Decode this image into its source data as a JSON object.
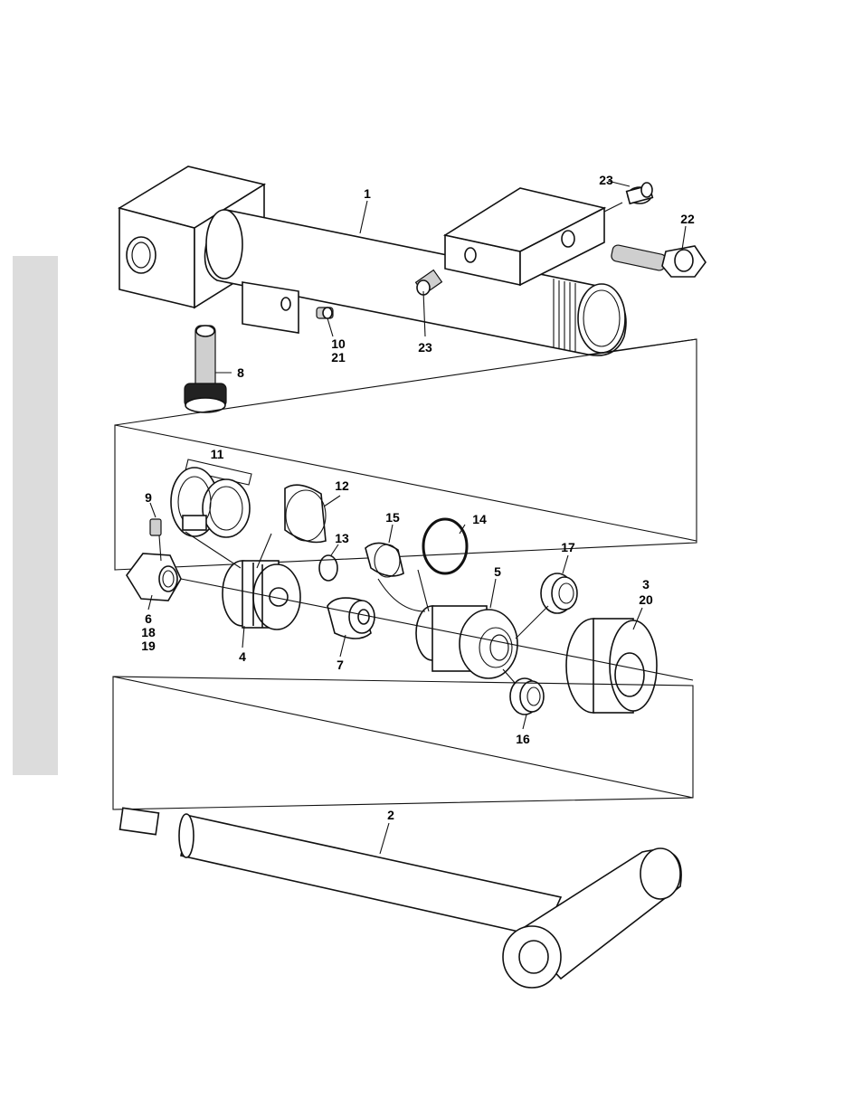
{
  "callouts": {
    "c1": "1",
    "c2": "2",
    "c3": "3",
    "c20": "20",
    "c4": "4",
    "c5": "5",
    "c6": "6",
    "c18": "18",
    "c19": "19",
    "c7": "7",
    "c8": "8",
    "c9": "9",
    "c10": "10",
    "c21": "21",
    "c11": "11",
    "c12": "12",
    "c13": "13",
    "c14": "14",
    "c15": "15",
    "c16": "16",
    "c17": "17",
    "c22": "22",
    "c23a": "23",
    "c23b": "23"
  }
}
